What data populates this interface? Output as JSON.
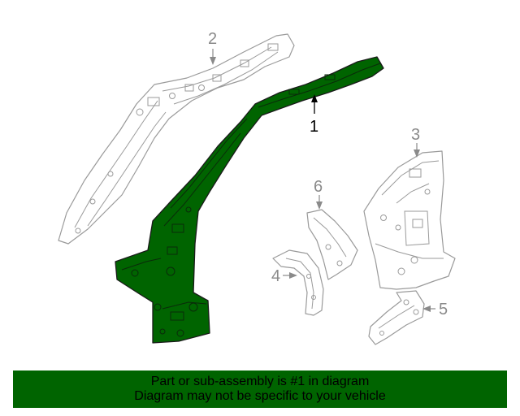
{
  "callouts": {
    "c1": "1",
    "c2": "2",
    "c3": "3",
    "c4": "4",
    "c5": "5",
    "c6": "6"
  },
  "banner": {
    "line1": "Part or sub-assembly is #1 in diagram",
    "line2": "Diagram may not be specific to your vehicle"
  },
  "colors": {
    "highlight": "#006400",
    "outline": "#9a9a9a"
  }
}
